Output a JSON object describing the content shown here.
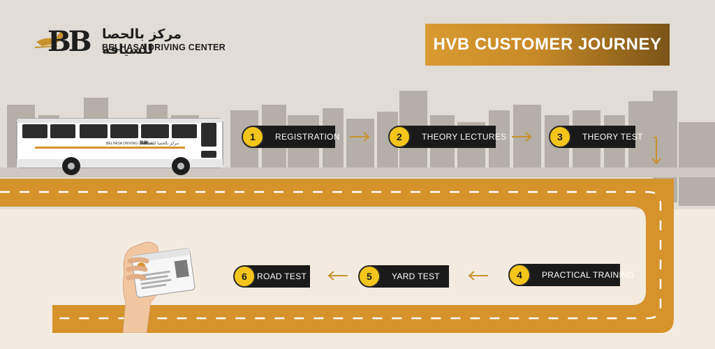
{
  "logo": {
    "monogram": "BB",
    "name_ar": "مركز بالحصا للسياقة",
    "name_en": "BELHASA DRIVING CENTER"
  },
  "bus": {
    "side_text_en": "BELHASA DRIVING CENTER",
    "side_text_ar": "مركز بالحصا للسياقة",
    "logo_mark": "BB"
  },
  "title": "HVB CUSTOMER JOURNEY",
  "steps": [
    {
      "num": "1",
      "label": "REGISTRATION"
    },
    {
      "num": "2",
      "label": "THEORY LECTURES"
    },
    {
      "num": "3",
      "label": "THEORY TEST"
    },
    {
      "num": "4",
      "label": "PRACTICAL TRAINING"
    },
    {
      "num": "5",
      "label": "YARD TEST"
    },
    {
      "num": "6",
      "label": "ROAD TEST"
    }
  ],
  "colors": {
    "road": "#d6932b",
    "background": "#f4ebe0",
    "skyline": "#b3ada6",
    "step_box": "#1a1a1a",
    "step_number": "#f4c51a"
  }
}
